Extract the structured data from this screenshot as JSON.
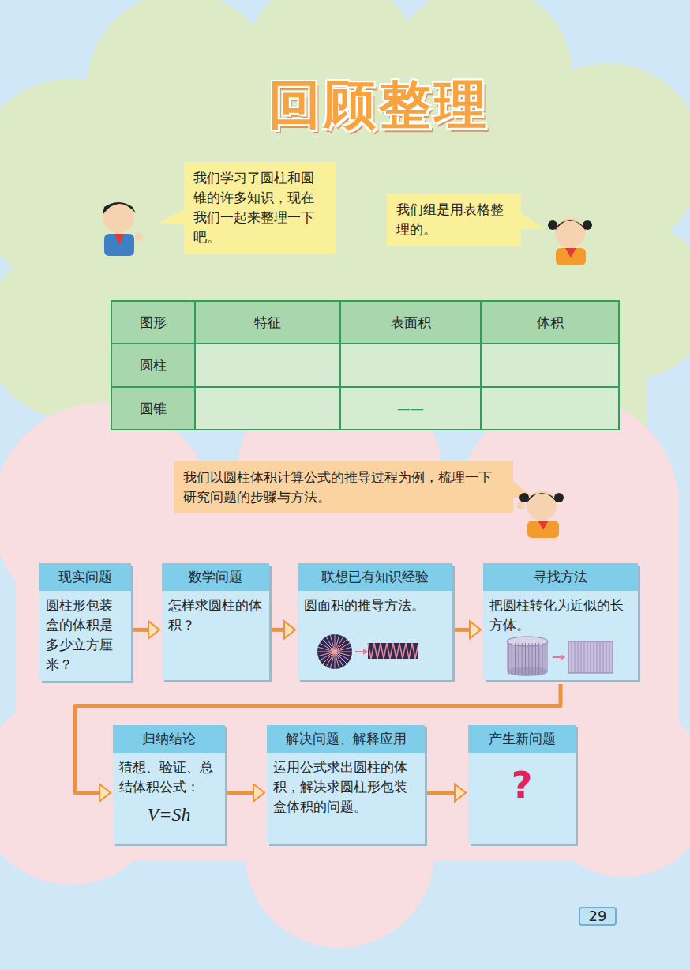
{
  "diagram": {
    "title": "回顾整理",
    "nodes": [
      {
        "text": [
          "我们学习了圆柱和圆锥的许多知识，现在我们一起来整理一下吧。"
        ]
      },
      {
        "text": [
          "我们组是用表格整理的。"
        ]
      },
      {
        "text": [
          "我们以圆柱体积计算公式的推导过程为例，梳理一下研究问题的步骤与方法。"
        ]
      },
      {
        "text": [
          "现实问题",
          "圆柱形包装盒的体积是多少立方厘米？"
        ]
      },
      {
        "text": [
          "数学问题",
          "怎样求圆柱的体积？"
        ]
      },
      {
        "text": [
          "联想已有知识经验",
          "圆面积的推导方法。"
        ]
      },
      {
        "text": [
          "寻找方法",
          "把圆柱转化为近似的长方体。"
        ]
      },
      {
        "text": [
          "归纳结论",
          "猜想、验证、总结体积公式：",
          "V=Sh"
        ]
      },
      {
        "text": [
          "解决问题、解释应用",
          "运用公式求出圆柱的体积，解决求圆柱形包装盒体积的问题。"
        ]
      },
      {
        "text": [
          "产生新问题",
          "?"
        ]
      }
    ],
    "edges": [
      {
        "from": 3,
        "to": 4,
        "arrow": "to"
      },
      {
        "from": 4,
        "to": 5,
        "arrow": "to"
      },
      {
        "from": 5,
        "to": 6,
        "arrow": "to"
      },
      {
        "from": 6,
        "to": 7,
        "arrow": "to"
      },
      {
        "from": 7,
        "to": 8,
        "arrow": "to"
      },
      {
        "from": 8,
        "to": 9,
        "arrow": "to"
      }
    ],
    "labels": [
      "图形",
      "特征",
      "表面积",
      "体积",
      "圆柱",
      "圆锥",
      "——",
      "29"
    ]
  }
}
